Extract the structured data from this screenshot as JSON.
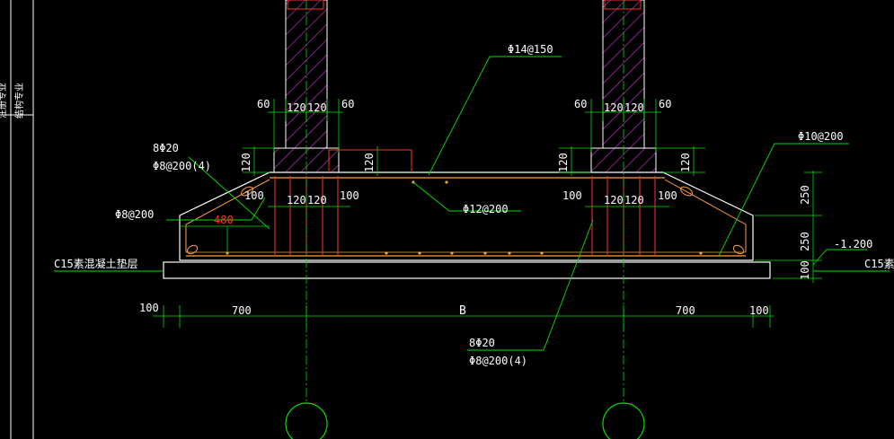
{
  "side_strip": {
    "label_1": "结构专业",
    "label_2": "注册专业"
  },
  "labels": {
    "rebar_top": "Φ14@150",
    "rebar_right_top": "Φ10@200",
    "rebar_left_main": "8Φ20",
    "rebar_left_stirrup": "Φ8@200(4)",
    "rebar_left_side": "Φ8@200",
    "rebar_mid": "Φ12@200",
    "rebar_bottom_main": "8Φ20",
    "rebar_bottom_stirrup": "Φ8@200(4)",
    "cushion_left": "C15素混凝土垫层",
    "cushion_right": "C15素",
    "level": "-1.200",
    "dim_480": "480"
  },
  "dims": {
    "d60": "60",
    "d120": "120",
    "d100": "100",
    "d250": "250",
    "d700": "700",
    "dB": "B"
  },
  "colors": {
    "outline": "#ffffff",
    "column": "#c030c0",
    "rebar": "#ff3030",
    "rebar_long": "#ffa040",
    "dimension": "#00e000",
    "axis": "#00e000"
  }
}
